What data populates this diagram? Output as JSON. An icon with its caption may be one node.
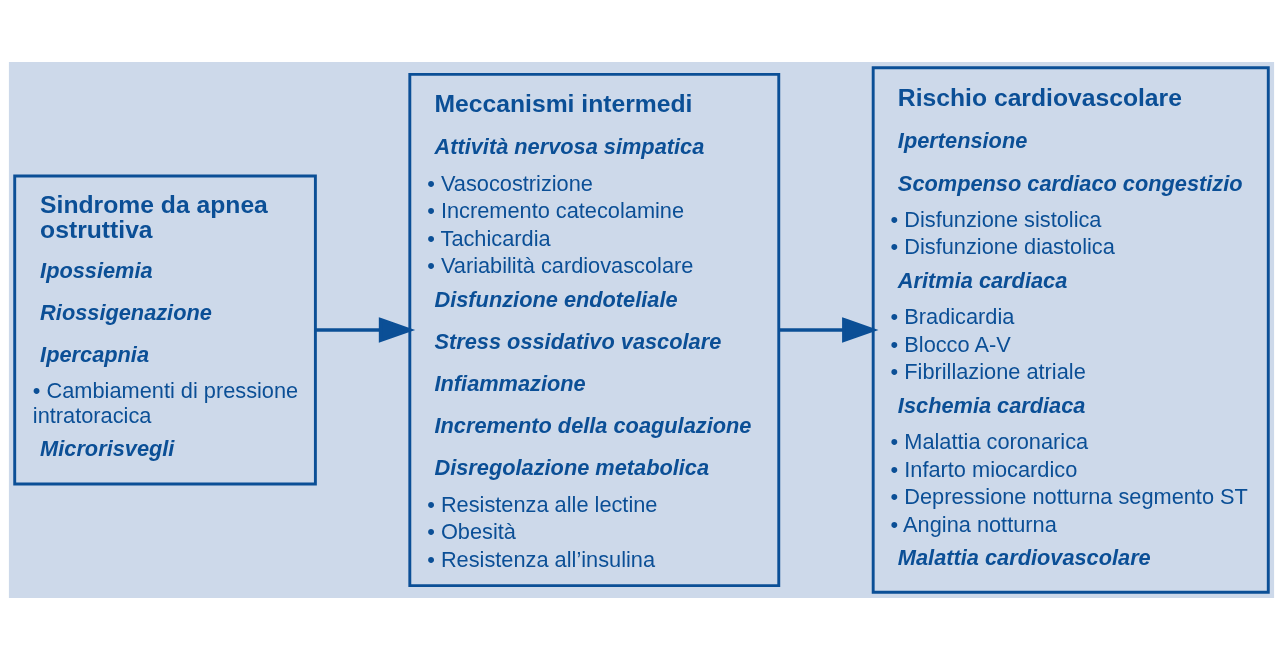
{
  "diagram": {
    "nodes": [
      {
        "text": [
          "Sindrome da apnea ostruttiva",
          "Ipossiemia",
          "Riossigenazione",
          "Ipercapnia",
          "• Cambiamenti di pressione intratoracica",
          "Microrisvegli"
        ]
      },
      {
        "text": [
          "Meccanismi intermedi",
          "Attività nervosa simpatica",
          "• Vasocostrizione",
          "• Incremento catecolamine",
          "• Tachicardia",
          "• Variabilità cardiovascolare",
          "Disfunzione endoteliale",
          "Stress ossidativo vascolare",
          "Infiammazione",
          "Incremento della coagulazione",
          "Disregolazione metabolica",
          "• Resistenza alle lectine",
          "• Obesità",
          "• Resistenza all’insulina"
        ]
      },
      {
        "text": [
          "Rischio cardiovascolare",
          "Ipertensione",
          "Scompenso cardiaco congestizio",
          "• Disfunzione sistolica",
          "• Disfunzione diastolica",
          "Aritmia cardiaca",
          "• Bradicardia",
          "• Blocco A-V",
          "• Fibrillazione atriale",
          "Ischemia cardiaca",
          "• Malattia coronarica",
          "• Infarto miocardico",
          "• Depressione notturna segmento ST",
          "• Angina notturna",
          "Malattia cardiovascolare"
        ]
      }
    ],
    "edges": [
      {
        "from": 0,
        "to": 1,
        "arrow": "to"
      },
      {
        "from": 1,
        "to": 2,
        "arrow": "to"
      }
    ]
  }
}
